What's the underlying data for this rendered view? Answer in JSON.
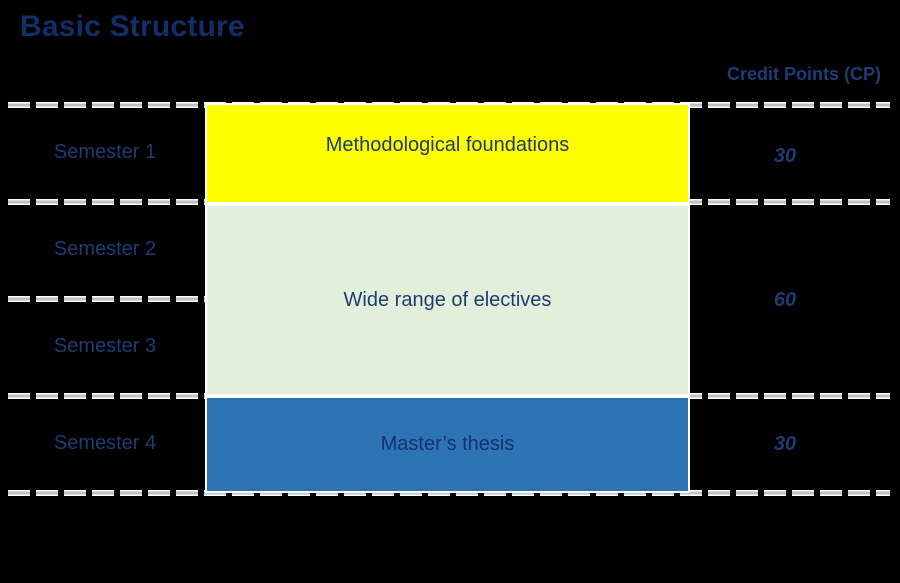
{
  "slide": {
    "title": "Basic Structure",
    "credit_header": "Credit Points (CP)",
    "background_color": "#000000",
    "title_color": "#122E68",
    "text_color": "#1E3C72",
    "divider_style": "white-gray dashed line"
  },
  "semesters": [
    {
      "label": "Semester 1"
    },
    {
      "label": "Semester 2"
    },
    {
      "label": "Semester 3"
    },
    {
      "label": "Semester 4"
    }
  ],
  "blocks": [
    {
      "label": "Methodological foundations",
      "color": "#FFFF00",
      "credits": "30",
      "semesters_spanned": 1
    },
    {
      "label": "Wide range of electives",
      "color": "#E2EFDA",
      "credits": "60",
      "semesters_spanned": 2
    },
    {
      "label": "Master’s thesis",
      "color": "#2E74B5",
      "credits": "30",
      "semesters_spanned": 1
    }
  ]
}
